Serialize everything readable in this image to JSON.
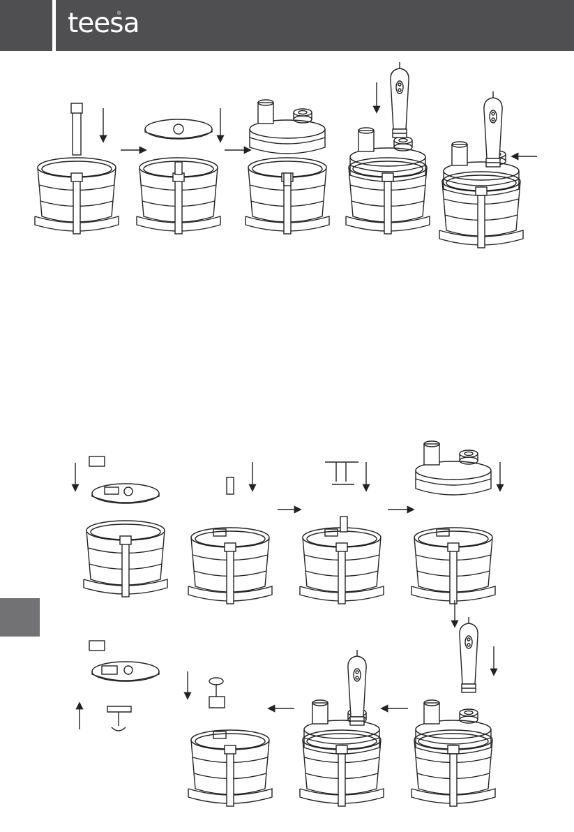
{
  "brand": {
    "logo_text": "teesa",
    "registered_mark": "®"
  },
  "header": {
    "color": "#4f4f51"
  },
  "side_tab": {
    "color": "#727274"
  },
  "figures": {
    "top_sequence": [
      "drive-shaft-insert",
      "slicing-disc-insert",
      "lid-attach",
      "motor-unit-lower",
      "assembled-unit"
    ],
    "middle_sequence": [
      "dicing-grid-and-disc",
      "shaft-insert",
      "blade-insert",
      "lid-attach"
    ],
    "bottom_sequence": [
      "dicing-grid-cleaning",
      "pusher-tool",
      "assembled-unit",
      "motor-unit-lower"
    ]
  }
}
